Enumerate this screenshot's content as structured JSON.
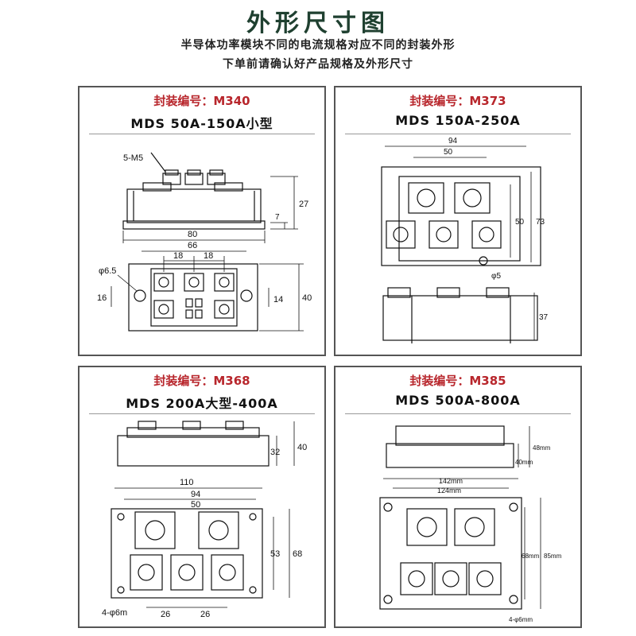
{
  "header": {
    "title": "外形尺寸图",
    "line1": "半导体功率模块不同的电流规格对应不同的封装外形",
    "line2": "下单前请确认好产品规格及外形尺寸"
  },
  "colors": {
    "code_red": "#b8262c",
    "title_green": "#1f4030"
  },
  "cards": [
    {
      "code": "封装编号：M340",
      "model": "MDS 50A-150A小型",
      "dims": {
        "screw": "5-M5",
        "height": "27",
        "base": "7",
        "length": "80",
        "pitch": "66",
        "spacing1": "18",
        "spacing2": "18",
        "hole": "φ6.5",
        "left": "16",
        "mid": "14",
        "width": "40"
      }
    },
    {
      "code": "封装编号：M373",
      "model": "MDS 150A-250A",
      "dims": {
        "top": "94",
        "inner": "50",
        "v1": "50",
        "v2": "73",
        "hole": "φ5",
        "height": "37"
      }
    },
    {
      "code": "封装编号：M368",
      "model": "MDS 200A大型-400A",
      "dims": {
        "h1": "32",
        "h2": "40",
        "length": "110",
        "w1": "94",
        "w2": "50",
        "v1": "53",
        "v2": "68",
        "holes": "4-φ6m",
        "s1": "26",
        "s2": "26"
      }
    },
    {
      "code": "封装编号：M385",
      "model": "MDS 500A-800A",
      "dims": {
        "h1": "40mm",
        "h2": "48mm",
        "length": "142mm",
        "inner": "124mm",
        "v1": "68mm",
        "v2": "85mm",
        "holes": "4-φ6mm"
      }
    }
  ]
}
